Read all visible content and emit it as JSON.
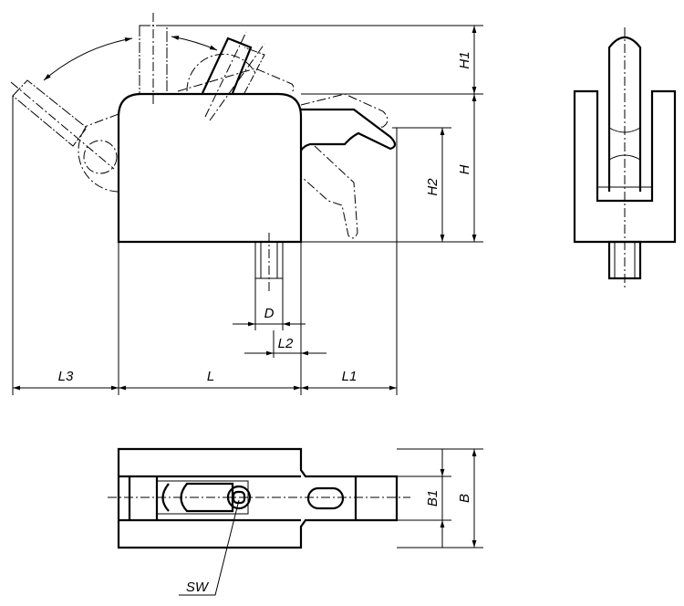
{
  "labels": {
    "h1": "H1",
    "h": "H",
    "h2": "H2",
    "d": "D",
    "l2": "L2",
    "l3": "L3",
    "l": "L",
    "l1": "L1",
    "b1": "B1",
    "b": "B",
    "sw": "SW"
  },
  "colors": {
    "line": "#000000",
    "background": "#ffffff"
  }
}
